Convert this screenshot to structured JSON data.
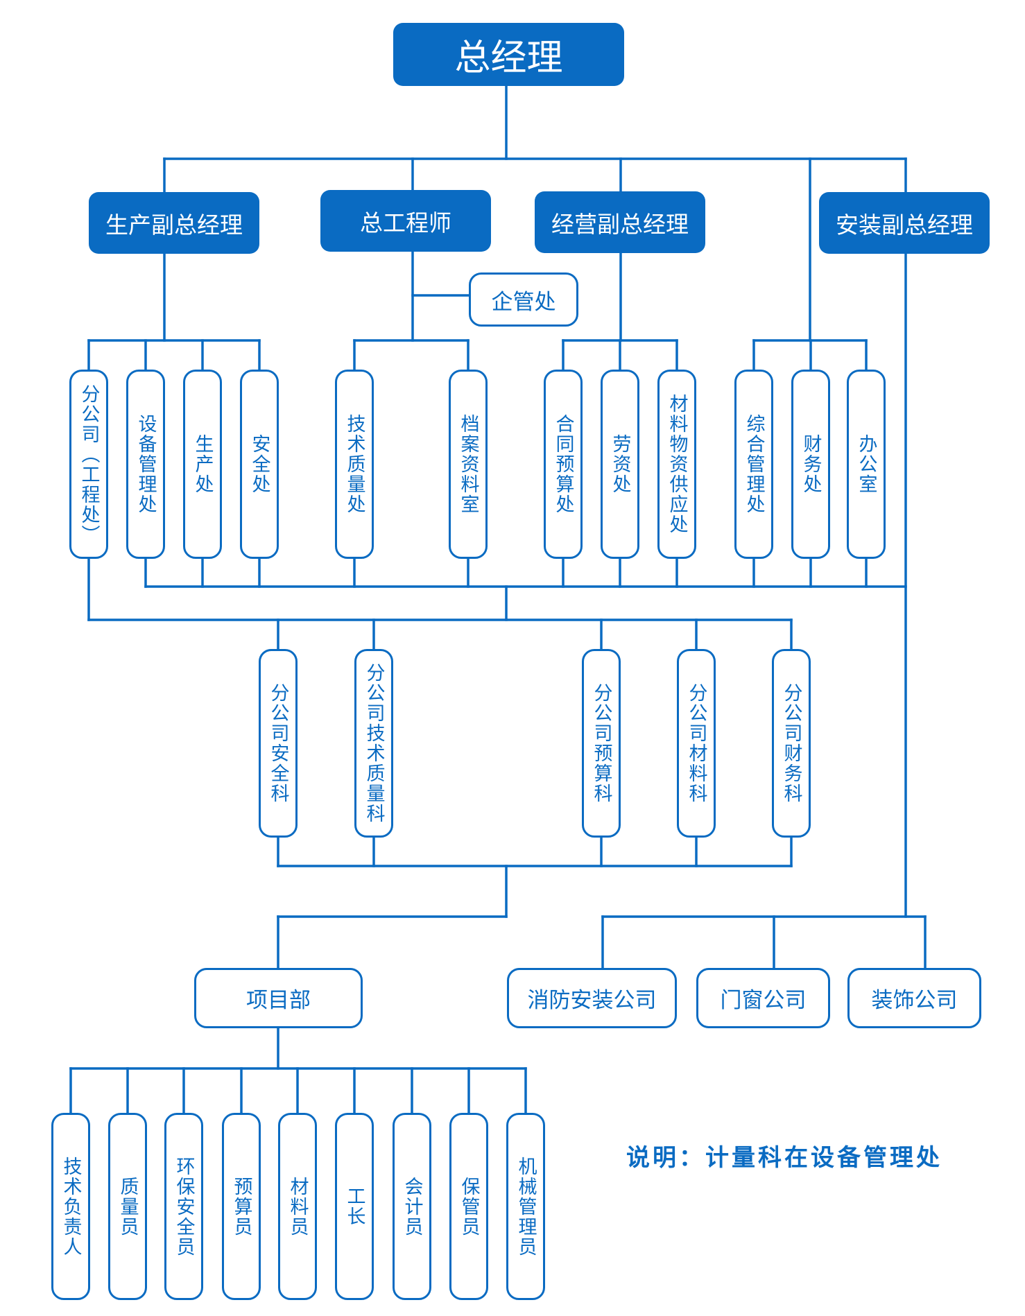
{
  "colors": {
    "primary": "#0a6bc2",
    "background": "#ffffff"
  },
  "root": {
    "label": "总经理"
  },
  "executives": [
    {
      "id": "production_vp",
      "label": "生产副总经理"
    },
    {
      "id": "chief_engineer",
      "label": "总工程师"
    },
    {
      "id": "operations_vp",
      "label": "经营副总经理"
    },
    {
      "id": "installation_vp",
      "label": "安装副总经理"
    }
  ],
  "enterprise_office": {
    "label": "企管处"
  },
  "departments": {
    "production_vp": [
      "分公司（工程处）",
      "设备管理处",
      "生产处",
      "安全处"
    ],
    "chief_engineer": [
      "技术质量处",
      "档案资料室"
    ],
    "operations_vp": [
      "合同预算处",
      "劳资处",
      "材料物资供应处"
    ],
    "general_office_group": [
      "综合管理处",
      "财务处",
      "办公室"
    ]
  },
  "branch_sections": [
    "分公司安全科",
    "分公司技术质量科",
    "分公司预算科",
    "分公司材料科",
    "分公司财务科"
  ],
  "project_department": {
    "label": "项目部"
  },
  "project_roles": [
    "技术负责人",
    "质量员",
    "环保安全员",
    "预算员",
    "材料员",
    "工长",
    "会计员",
    "保管员",
    "机械管理员"
  ],
  "subsidiaries": [
    "消防安装公司",
    "门窗公司",
    "装饰公司"
  ],
  "note": "说明：计量科在设备管理处"
}
